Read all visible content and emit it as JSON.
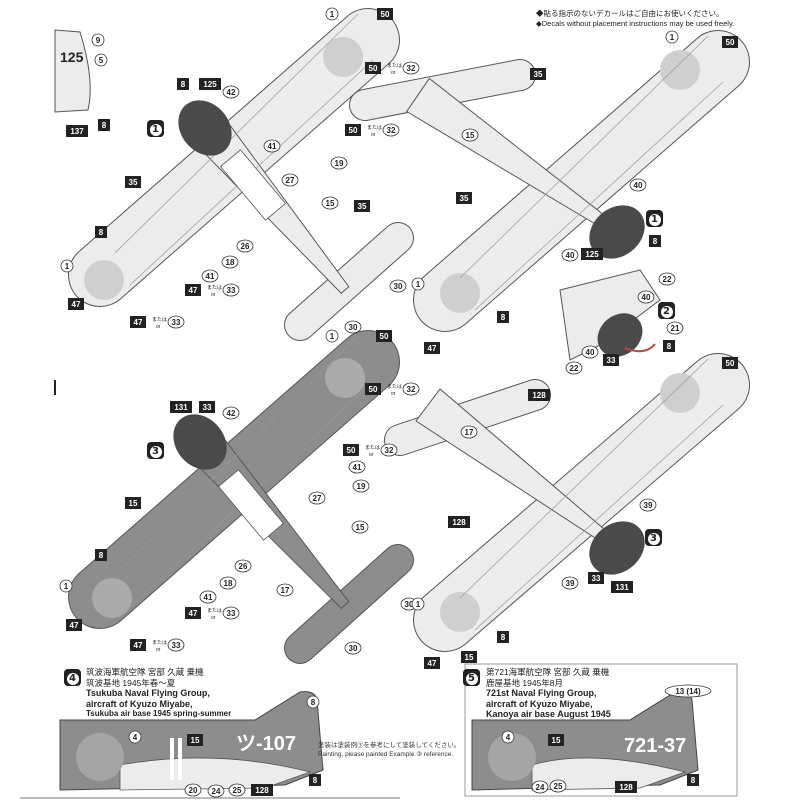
{
  "note": {
    "line_jp": "◆貼る指示のないデカールはご自由にお使いください。",
    "line_en": "◆Decals without placement instructions may be used freely."
  },
  "or_note": {
    "jp": "または",
    "en": "or"
  },
  "badges": {
    "plane1": "1",
    "plane2": "1",
    "inset": "2",
    "plane3": "3",
    "plane4": "3",
    "profile4": "4",
    "profile5": "5"
  },
  "partial": {
    "tail_code": "125"
  },
  "callouts": {
    "partial": [
      {
        "t": "9",
        "k": "c"
      },
      {
        "t": "5",
        "k": "c"
      },
      {
        "t": "8",
        "k": "b"
      },
      {
        "t": "137",
        "k": "b"
      }
    ],
    "plane1": [
      {
        "t": "1",
        "k": "c"
      },
      {
        "t": "50",
        "k": "b"
      },
      {
        "t": "8",
        "k": "b"
      },
      {
        "t": "125",
        "k": "b"
      },
      {
        "t": "42",
        "k": "c"
      },
      {
        "t": "41",
        "k": "c"
      },
      {
        "t": "19",
        "k": "c"
      },
      {
        "t": "27",
        "k": "c"
      },
      {
        "t": "35",
        "k": "b"
      },
      {
        "t": "15",
        "k": "c"
      },
      {
        "t": "35",
        "k": "b"
      },
      {
        "t": "8",
        "k": "b"
      },
      {
        "t": "26",
        "k": "c"
      },
      {
        "t": "18",
        "k": "c"
      },
      {
        "t": "41",
        "k": "c"
      },
      {
        "t": "1",
        "k": "c"
      },
      {
        "t": "47",
        "k": "b"
      },
      {
        "t": "30",
        "k": "c"
      },
      {
        "t": "30",
        "k": "c"
      }
    ],
    "plane1_or": [
      {
        "a": "50",
        "b": "32"
      },
      {
        "a": "50",
        "b": "32"
      },
      {
        "a": "47",
        "b": "33"
      },
      {
        "a": "47",
        "b": "33"
      }
    ],
    "plane2": [
      {
        "t": "1",
        "k": "c"
      },
      {
        "t": "50",
        "k": "b"
      },
      {
        "t": "35",
        "k": "b"
      },
      {
        "t": "15",
        "k": "c"
      },
      {
        "t": "35",
        "k": "b"
      },
      {
        "t": "40",
        "k": "c"
      },
      {
        "t": "40",
        "k": "c"
      },
      {
        "t": "125",
        "k": "b"
      },
      {
        "t": "8",
        "k": "b"
      },
      {
        "t": "1",
        "k": "c"
      },
      {
        "t": "8",
        "k": "b"
      },
      {
        "t": "47",
        "k": "b"
      }
    ],
    "inset": [
      {
        "t": "22",
        "k": "c"
      },
      {
        "t": "40",
        "k": "c"
      },
      {
        "t": "21",
        "k": "c"
      },
      {
        "t": "8",
        "k": "b"
      },
      {
        "t": "40",
        "k": "c"
      },
      {
        "t": "22",
        "k": "c"
      },
      {
        "t": "33",
        "k": "b"
      }
    ],
    "plane3": [
      {
        "t": "1",
        "k": "c"
      },
      {
        "t": "50",
        "k": "b"
      },
      {
        "t": "131",
        "k": "b"
      },
      {
        "t": "33",
        "k": "b"
      },
      {
        "t": "42",
        "k": "c"
      },
      {
        "t": "41",
        "k": "c"
      },
      {
        "t": "19",
        "k": "c"
      },
      {
        "t": "27",
        "k": "c"
      },
      {
        "t": "15",
        "k": "b"
      },
      {
        "t": "15",
        "k": "c"
      },
      {
        "t": "17",
        "k": "c"
      },
      {
        "t": "26",
        "k": "c"
      },
      {
        "t": "18",
        "k": "c"
      },
      {
        "t": "41",
        "k": "c"
      },
      {
        "t": "8",
        "k": "b"
      },
      {
        "t": "1",
        "k": "c"
      },
      {
        "t": "47",
        "k": "b"
      },
      {
        "t": "30",
        "k": "c"
      },
      {
        "t": "30",
        "k": "c"
      }
    ],
    "plane3_or": [
      {
        "a": "50",
        "b": "32"
      },
      {
        "a": "50",
        "b": "32"
      },
      {
        "a": "47",
        "b": "33"
      },
      {
        "a": "47",
        "b": "33"
      }
    ],
    "plane4": [
      {
        "t": "50",
        "k": "b"
      },
      {
        "t": "128",
        "k": "b"
      },
      {
        "t": "17",
        "k": "c"
      },
      {
        "t": "128",
        "k": "b"
      },
      {
        "t": "39",
        "k": "c"
      },
      {
        "t": "39",
        "k": "c"
      },
      {
        "t": "33",
        "k": "b"
      },
      {
        "t": "131",
        "k": "b"
      },
      {
        "t": "1",
        "k": "c"
      },
      {
        "t": "8",
        "k": "b"
      },
      {
        "t": "15",
        "k": "b"
      },
      {
        "t": "47",
        "k": "b"
      }
    ],
    "profile4": [
      {
        "t": "8",
        "k": "c"
      },
      {
        "t": "4",
        "k": "c"
      },
      {
        "t": "15",
        "k": "b"
      },
      {
        "t": "20",
        "k": "c"
      },
      {
        "t": "24",
        "k": "c"
      },
      {
        "t": "25",
        "k": "c"
      },
      {
        "t": "128",
        "k": "b"
      },
      {
        "t": "8",
        "k": "b"
      }
    ],
    "profile5": [
      {
        "t": "13 (14)",
        "k": "c"
      },
      {
        "t": "4",
        "k": "c"
      },
      {
        "t": "15",
        "k": "b"
      },
      {
        "t": "24",
        "k": "c"
      },
      {
        "t": "25",
        "k": "c"
      },
      {
        "t": "128",
        "k": "b"
      },
      {
        "t": "8",
        "k": "b"
      }
    ]
  },
  "profile4": {
    "title_jp_1": "筑波海軍航空隊 宮部 久蔵 乗機",
    "title_jp_2": "筑波基地 1945年春～夏",
    "title_en_1": "Tsukuba Naval Flying Group,",
    "title_en_2": "aircraft of Kyuzo Miyabe,",
    "title_en_3": "Tsukuba air base 1945 spring-summer",
    "tail_code": "ツ-107",
    "paint_jp": "塗装は塗装例③を参考にして塗装してください。",
    "paint_en": "Painting, please painted Example ③ reference."
  },
  "profile5": {
    "title_jp_1": "第721海軍航空隊 宮部 久蔵 乗機",
    "title_jp_2": "鹿屋基地 1945年8月",
    "title_en_1": "721st Naval Flying Group,",
    "title_en_2": "aircraft of Kyuzo Miyabe,",
    "title_en_3": "Kanoya air base August 1945",
    "tail_code": "721-37"
  },
  "colors": {
    "light": "#ececec",
    "dark": "#8d8d8d",
    "cowl": "#4a4a4a",
    "ink": "#222222"
  }
}
